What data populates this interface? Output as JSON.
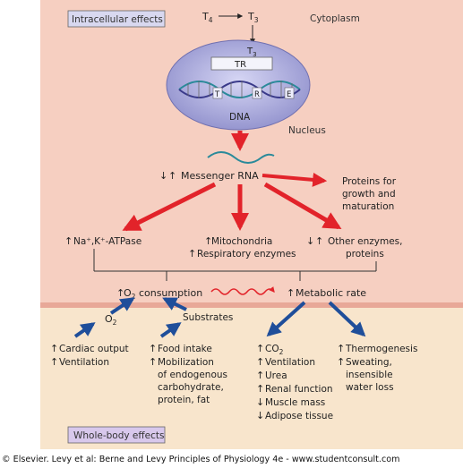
{
  "labels": {
    "intracellular_effects": "Intracellular effects",
    "whole_body_effects": "Whole-body effects",
    "cytoplasm": "Cytoplasm",
    "nucleus": "Nucleus",
    "t4": "T",
    "t4_sub": "4",
    "t3": "T",
    "t3_sub": "3",
    "t3_inner": "T",
    "t3_inner_sub": "3",
    "tr": "TR",
    "dna": "DNA",
    "dna_t": "T",
    "dna_r": "R",
    "dna_e": "E",
    "messenger_rna": "Messenger RNA",
    "proteins_for_growth": [
      "Proteins for",
      "growth and",
      "maturation"
    ],
    "na_k_atpase": "Na⁺,K⁺-ATPase",
    "mitochondria": "Mitochondria",
    "respiratory_enzymes": "Respiratory enzymes",
    "other_enzymes": "Other enzymes,",
    "proteins": "proteins",
    "o2_consumption_o": "O",
    "o2_consumption_sub": "2",
    "o2_consumption_rest": " consumption",
    "metabolic_rate": "Metabolic rate",
    "o2": "O",
    "o2_sub": "2",
    "substrates": "Substrates",
    "cardiac_output": "Cardiac output",
    "ventilation_left": "Ventilation",
    "food_intake": "Food intake",
    "mobilization": [
      "Mobilization",
      "of endogenous",
      "carbohydrate,",
      "protein, fat"
    ],
    "co2_c": "CO",
    "co2_sub": "2",
    "ventilation_right": "Ventilation",
    "urea": "Urea",
    "renal_function": "Renal function",
    "muscle_mass": "Muscle mass",
    "adipose_tissue": "Adipose tissue",
    "thermogenesis": "Thermogenesis",
    "sweating": [
      "Sweating,",
      "insensible",
      "water loss"
    ],
    "up_arrow": "↑",
    "down_arrow": "↓",
    "copyright": "© Elsevier. Levy et al: Berne and Levy Principles of Physiology 4e - www.studentconsult.com"
  },
  "colors": {
    "intracellular_bg": "#f6cfc1",
    "whole_body_bg": "#f8e5cc",
    "nucleus_fill": "#b0b0e0",
    "red_arrow": "#e2232a",
    "blue_arrow": "#1f4e9a",
    "label_box_blue": "#d8d8f0",
    "label_box_purple": "#d8c8ec"
  }
}
